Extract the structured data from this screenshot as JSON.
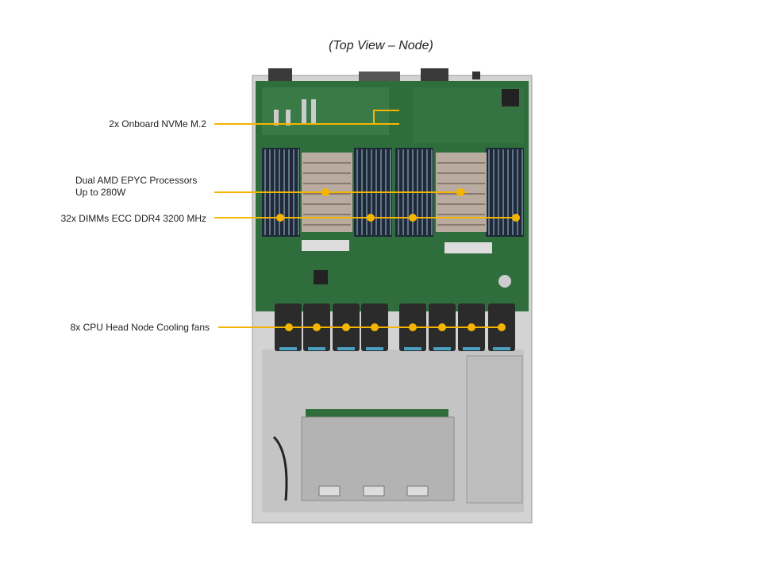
{
  "title": "(Top View – Node)",
  "callouts": {
    "nvme": "2x Onboard NVMe M.2",
    "cpu_line1": "Dual AMD EPYC Processors",
    "cpu_line2": "Up to 280W",
    "dimm": "32x DIMMs ECC DDR4 3200 MHz",
    "fans": "8x CPU Head Node Cooling fans"
  },
  "colors": {
    "callout": "#f5b400",
    "board": "#2f6e3c",
    "chassis": "#c9c9c9"
  }
}
